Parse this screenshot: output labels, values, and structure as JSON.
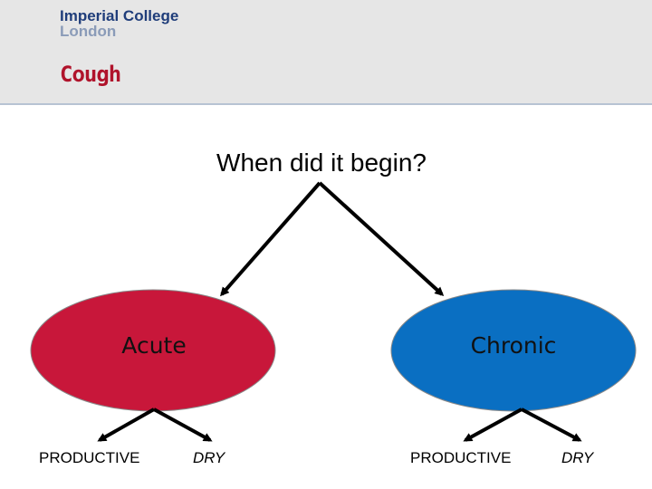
{
  "logo": {
    "line1": "Imperial College",
    "line2": "London"
  },
  "slide": {
    "title": "Cough"
  },
  "diagram": {
    "question": "When did it begin?",
    "branches": [
      {
        "label": "Acute",
        "color": "#c8173a",
        "children": [
          "PRODUCTIVE",
          "DRY"
        ]
      },
      {
        "label": "Chronic",
        "color": "#0a6fc2",
        "children": [
          "PRODUCTIVE",
          "DRY"
        ]
      }
    ]
  }
}
